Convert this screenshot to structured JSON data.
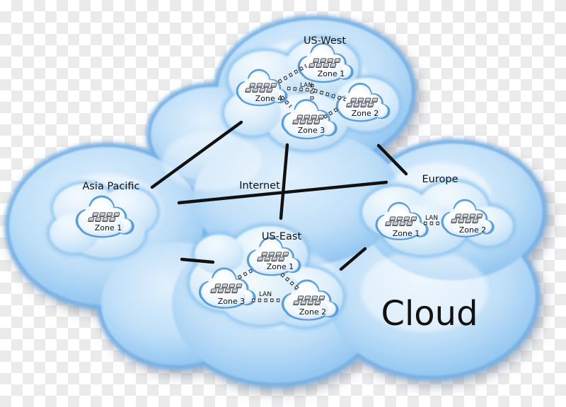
{
  "diagram": {
    "internet_label": "Internet",
    "cloud_label": "Cloud",
    "regions": {
      "us_west": {
        "label": "US-West",
        "lan_label": "LAN",
        "zones": {
          "zone1": "Zone 1",
          "zone2": "Zone 2",
          "zone3": "Zone 3",
          "zone4": "Zone 4"
        }
      },
      "asia_pacific": {
        "label": "Asia Pacific",
        "zones": {
          "zone1": "Zone 1"
        }
      },
      "europe": {
        "label": "Europe",
        "lan_label": "LAN",
        "zones": {
          "zone1": "Zone 1",
          "zone2": "Zone 2"
        }
      },
      "us_east": {
        "label": "US-East",
        "lan_label": "LAN",
        "zones": {
          "zone1": "Zone 1",
          "zone2": "Zone 2",
          "zone3": "Zone 3"
        }
      }
    },
    "icons": {
      "zone_cluster": "server-cluster-icon"
    },
    "colors": {
      "cloud_fill": "#aed5f5",
      "cloud_edge": "#74b0e6",
      "zone_fill": "#f2f9ff",
      "zone_edge": "#5d9ed8",
      "line": "#111111",
      "checker_light": "#ffffff",
      "checker_dark": "#ebebeb"
    }
  }
}
